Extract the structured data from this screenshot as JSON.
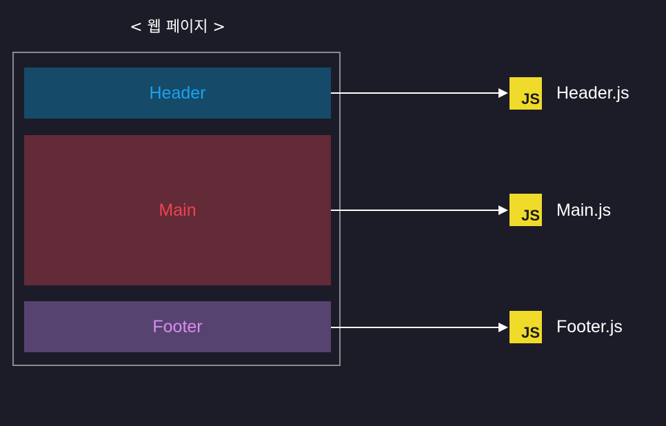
{
  "title": "< 웹 페이지 >",
  "blocks": {
    "header": {
      "label": "Header",
      "color": "#1aa3ee",
      "background": "#154a69"
    },
    "main": {
      "label": "Main",
      "color": "#ee4450",
      "background": "#632a37"
    },
    "footer": {
      "label": "Footer",
      "color": "#d98cf1",
      "background": "#574370"
    }
  },
  "files": {
    "header": {
      "badge": "JS",
      "name": "Header.js"
    },
    "main": {
      "badge": "JS",
      "name": "Main.js"
    },
    "footer": {
      "badge": "JS",
      "name": "Footer.js"
    }
  },
  "colors": {
    "background": "#1c1c28",
    "frame": "#8a8a8f",
    "arrow": "#ffffff",
    "js_badge": "#f0db2a"
  },
  "icons": {
    "js": "javascript-logo-icon",
    "arrow": "right-arrow-icon"
  }
}
